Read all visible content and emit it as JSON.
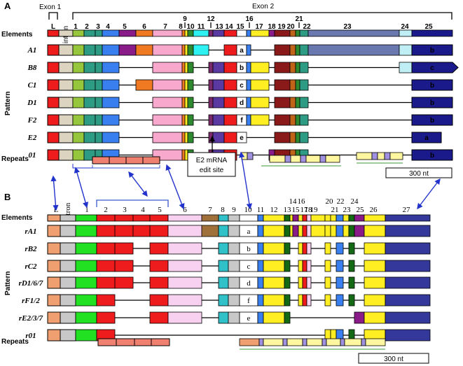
{
  "colors": {
    "red": "#ee1c1c",
    "tan": "#dcd3c0",
    "yellowgreen": "#96c63c",
    "teal": "#2e9c84",
    "blue": "#3a7ff0",
    "purple": "#8a1c8a",
    "orange": "#f07a22",
    "pink": "#f7a8cc",
    "yellow": "#ffee22",
    "cyan": "#2ef2f2",
    "dkpurple": "#7a2a6a",
    "indigo": "#5a3aa2",
    "white": "#ffffff",
    "maroon": "#8a1a1a",
    "dkorange": "#c0641a",
    "green": "#2e8a2e",
    "steel": "#6a78b0",
    "paleblue": "#bfeef5",
    "navy": "#1a1a8a",
    "ltgreen": "#22e022",
    "ltpink": "#f8d0f0",
    "brown": "#a0703a",
    "grey": "#c8c8c8",
    "aqua": "#30c0c8",
    "dkgreen": "#146a14",
    "navy2": "#34389a",
    "salmon": "#f08070",
    "peach": "#f0a070",
    "lightyellow": "#fff7a0",
    "lav": "#a090e0"
  },
  "panelA": {
    "label": "A",
    "exon1": "Exon 1",
    "exon2": "Exon 2",
    "intron": "intron",
    "elements_label": "Elements",
    "pattern_label": "Pattern",
    "repeats_label": "Repeats",
    "element_numbers": [
      "L",
      "1",
      "2",
      "3",
      "4",
      "5",
      "6",
      "7",
      "8",
      "9",
      "10",
      "11",
      "12",
      "13",
      "14",
      "15",
      "16",
      "17",
      "18",
      "19",
      "20",
      "21",
      "22",
      "23",
      "24",
      "25"
    ],
    "rows": [
      {
        "name": "A1",
        "letter": "a",
        "end": "b"
      },
      {
        "name": "B8",
        "letter": "b",
        "end": "c"
      },
      {
        "name": "C1",
        "letter": "c",
        "end": "b"
      },
      {
        "name": "D1",
        "letter": "d",
        "end": "b"
      },
      {
        "name": "F2",
        "letter": "f",
        "end": "b"
      },
      {
        "name": "E2",
        "letter": "e",
        "end": "a"
      },
      {
        "name": "01",
        "letter": "",
        "end": "b"
      }
    ],
    "edit_site": [
      "E2 mRNA",
      "edit site"
    ],
    "scale": "300 nt"
  },
  "panelB": {
    "label": "B",
    "elements_label": "Elements",
    "pattern_label": "Pattern",
    "repeats_label": "Repeats",
    "intron": "intron",
    "element_numbers": [
      "L",
      "1",
      "2",
      "3",
      "4",
      "5",
      "6",
      "7",
      "8",
      "9",
      "10",
      "11",
      "12",
      "13",
      "14",
      "15",
      "16",
      "17",
      "18",
      "19",
      "20",
      "21",
      "22",
      "23",
      "24",
      "25",
      "26",
      "27"
    ],
    "rows": [
      {
        "name": "rA1",
        "letter": "a"
      },
      {
        "name": "rB2",
        "letter": "b"
      },
      {
        "name": "rC2",
        "letter": "c"
      },
      {
        "name": "rD1/6/7",
        "letter": "d"
      },
      {
        "name": "rF1/2",
        "letter": "f"
      },
      {
        "name": "rE2/3/7",
        "letter": "e"
      },
      {
        "name": "r01",
        "letter": ""
      }
    ],
    "scale": "300 nt"
  }
}
